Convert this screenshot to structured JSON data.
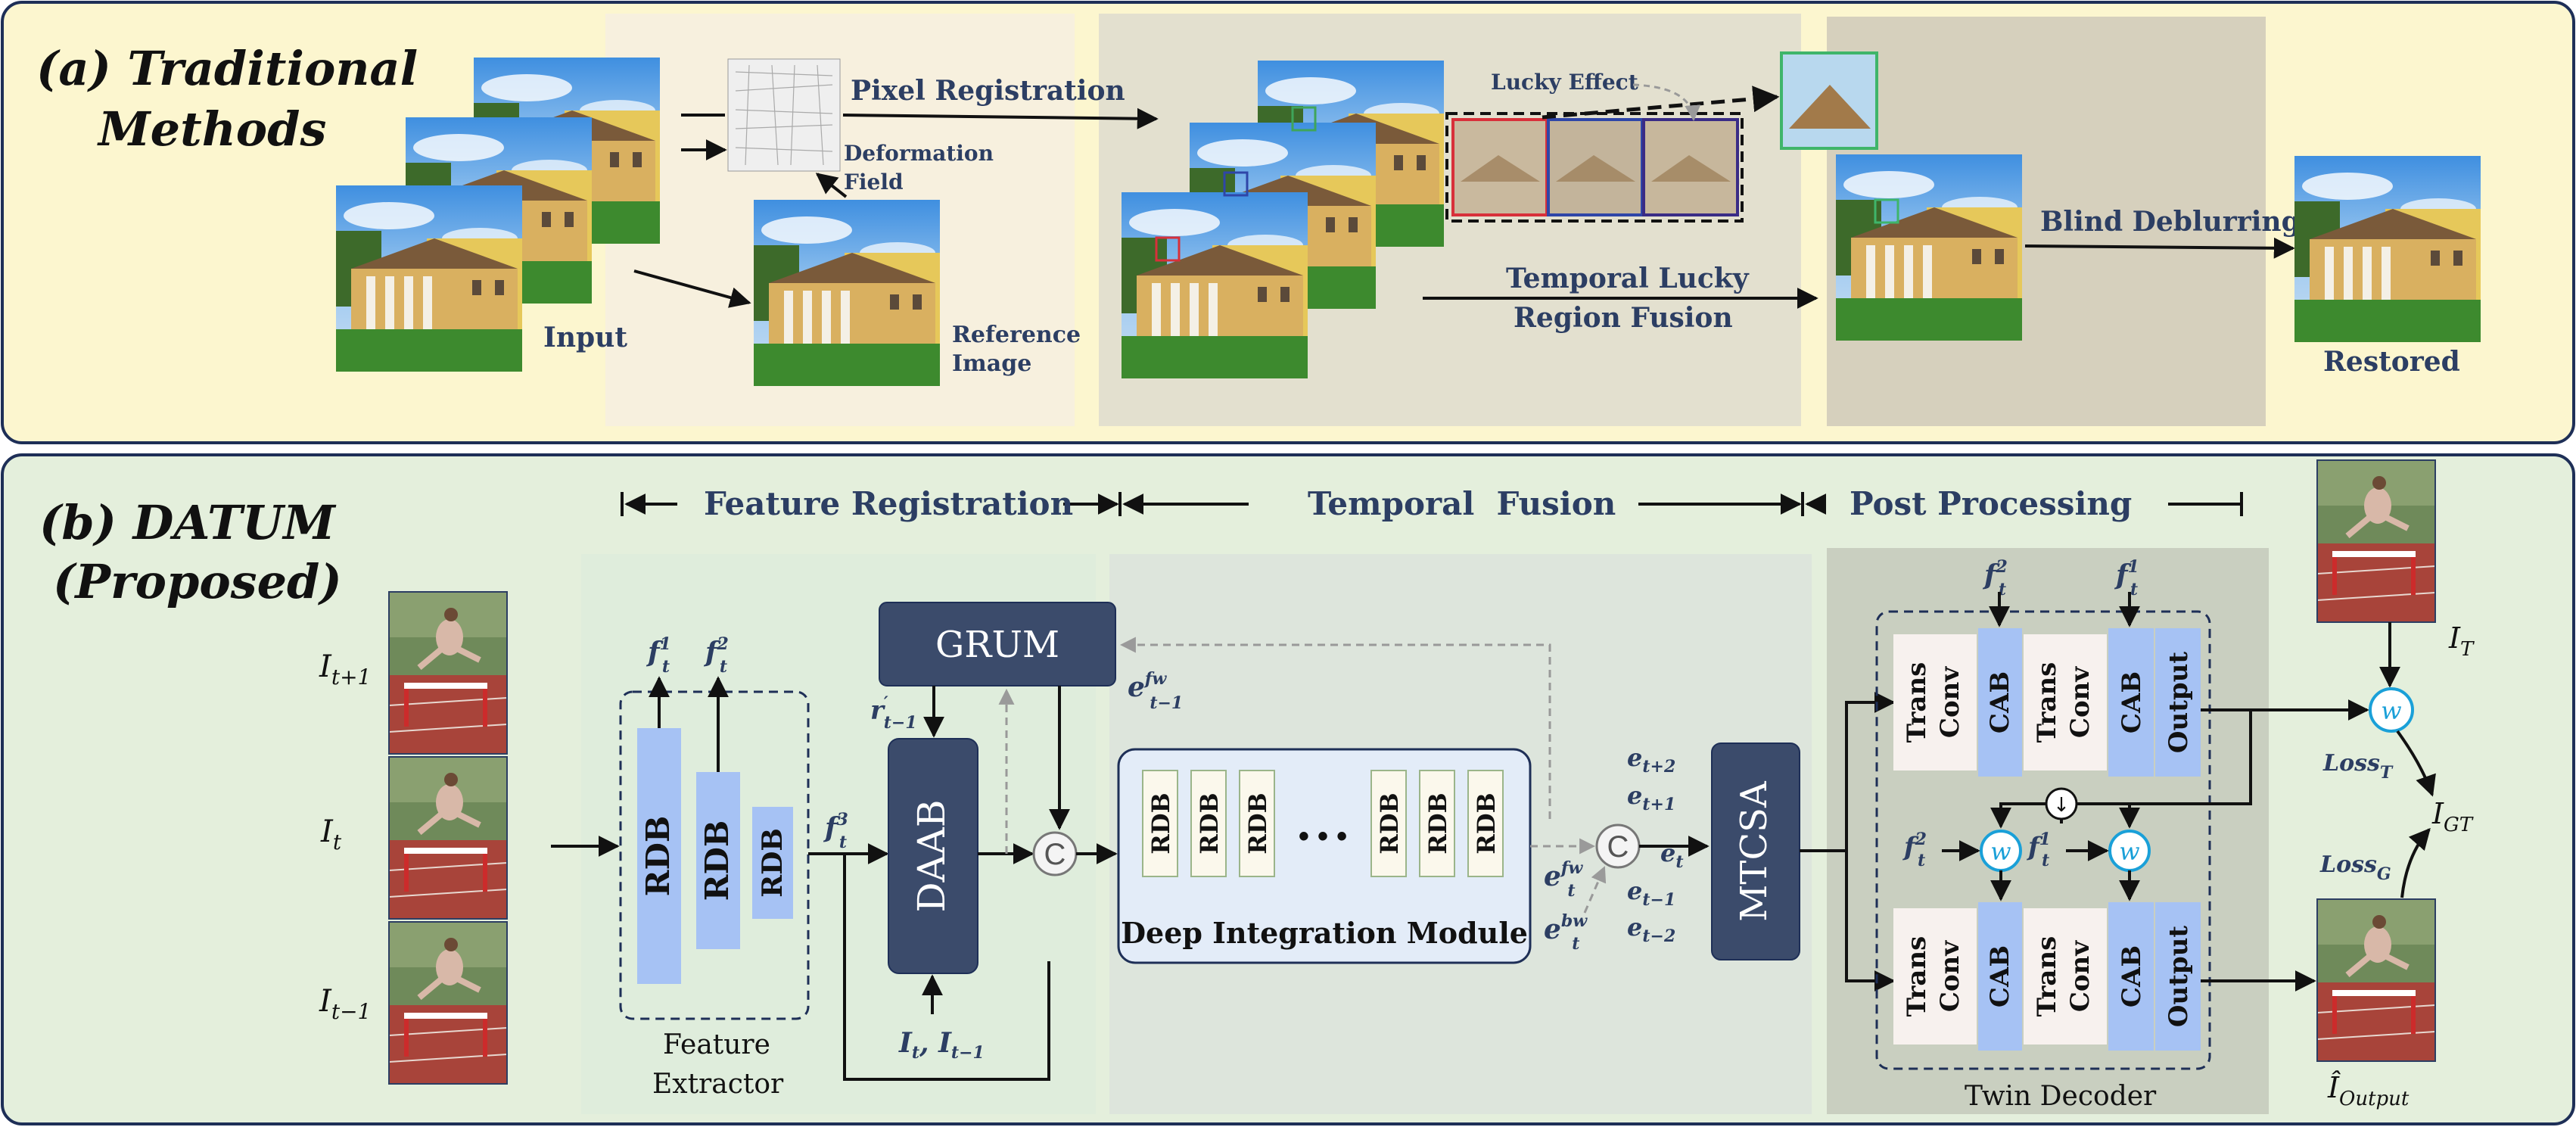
{
  "colors": {
    "panel_a_fill": "#fcf6cf",
    "panel_b_fill": "#e4efdc",
    "border": "#1e2f57",
    "text_blue": "#2c3e63",
    "module_dark": "#3b4b6b",
    "rdb_blue": "#a6c2f4",
    "decoder_bg": "#c9cfc0",
    "lucky_red": "#d8303a",
    "lucky_blue": "#2f46a8",
    "lucky_indigo": "#3a2c86",
    "lucky_green": "#3fb56a",
    "weight_circle": "#1aa0d8"
  },
  "panel_a": {
    "title_line1": "(a) Traditional",
    "title_line2": "Methods",
    "label_input": "Input",
    "label_deformation_1": "Deformation",
    "label_deformation_2": "Field",
    "label_reference_1": "Reference",
    "label_reference_2": "Image",
    "label_pixel_registration": "Pixel Registration",
    "label_lucky_effect": "Lucky Effect",
    "label_temporal_1": "Temporal Lucky",
    "label_temporal_2": "Region Fusion",
    "label_blind_deblurring": "Blind Deblurring",
    "label_restored": "Restored"
  },
  "panel_b": {
    "title_line1": "(b) DATUM",
    "title_line2": "(Proposed)",
    "stage_feature_registration": "Feature Registration",
    "stage_temporal_fusion": "Temporal  Fusion",
    "stage_post_processing": "Post Processing",
    "input_labels": [
      "I",
      "I",
      "I"
    ],
    "input_subs": [
      "t+1",
      "t",
      "t−1"
    ],
    "rdb_label": "RDB",
    "feature_extractor_1": "Feature",
    "feature_extractor_2": "Extractor",
    "f1": "f",
    "f1_sup": "1",
    "f1_sub": "t",
    "f2": "f",
    "f2_sup": "2",
    "f2_sub": "t",
    "f3": "f",
    "f3_sup": "3",
    "f3_sub": "t",
    "grum": "GRUM",
    "daab": "DAAB",
    "r_prev": "r",
    "r_prev_sup": "′",
    "r_prev_sub": "t−1",
    "e_fw_prev": "e",
    "e_fw_prev_sup": "fw",
    "e_fw_prev_sub": "t−1",
    "daab_input": "I",
    "daab_input_sub1": "t",
    "daab_input_sep": ", I",
    "daab_input_sub2": "t−1",
    "concat_symbol": "C",
    "dim_label": "Deep Integration Module",
    "ellipsis": "• • •",
    "e_fw": "e",
    "e_fw_sup": "fw",
    "e_fw_sub": "t",
    "e_bw": "e",
    "e_bw_sup": "bw",
    "e_bw_sub": "t",
    "e_list_sub": [
      "t+2",
      "t+1",
      "t",
      "t−1",
      "t−2"
    ],
    "e_letter": "e",
    "mtcsa": "MTCSA",
    "trans": "Trans",
    "conv": "Conv",
    "cab": "CAB",
    "output": "Output",
    "f": "f",
    "sup_2": "2",
    "sup_1": "1",
    "sub_t": "t",
    "w": "w",
    "down_symbol": "↓",
    "twin_decoder": "Twin Decoder",
    "I_T": "I",
    "I_T_sub": "T",
    "I_GT": "I",
    "I_GT_sub": "GT",
    "loss_T": "Loss",
    "loss_T_sub": "T",
    "loss_G": "Loss",
    "loss_G_sub": "G",
    "I_output": "Î",
    "I_output_sub": "Output"
  }
}
